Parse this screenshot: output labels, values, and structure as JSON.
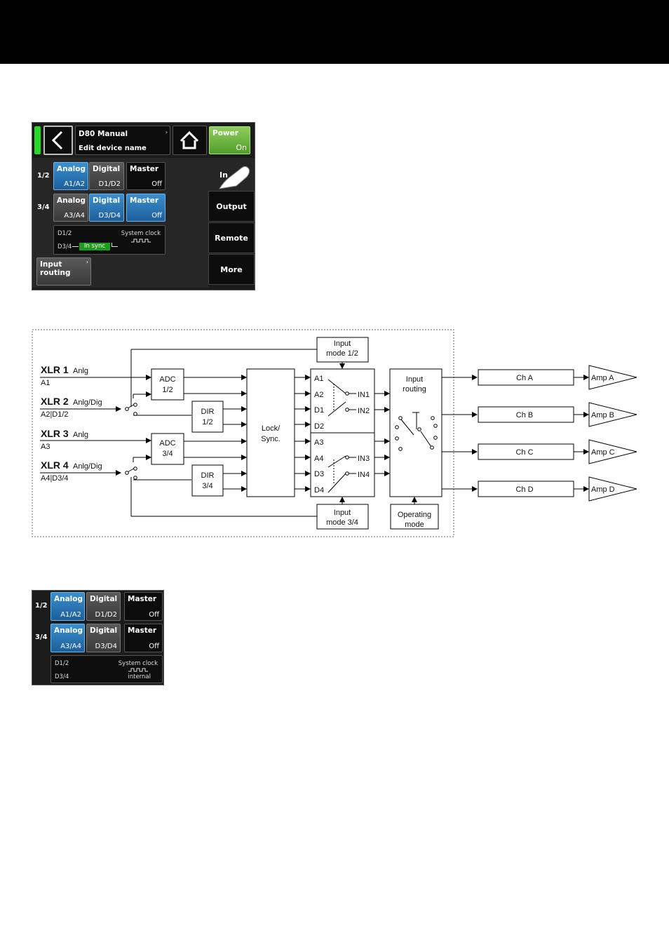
{
  "device1": {
    "title": "D80 Manual",
    "subtitle": "Edit device name",
    "power_label": "Power",
    "power_value": "On",
    "row1_label": "1/2",
    "row2_label": "3/4",
    "r1": {
      "analog_label": "Analog",
      "analog_value": "A1/A2",
      "digital_label": "Digital",
      "digital_value": "D1/D2",
      "master_label": "Master",
      "master_value": "Off"
    },
    "r2": {
      "analog_label": "Analog",
      "analog_value": "A3/A4",
      "digital_label": "Digital",
      "digital_value": "D3/D4",
      "master_label": "Master",
      "master_value": "Off"
    },
    "clock": {
      "d12": "D1/2",
      "d34": "D3/4",
      "sys": "System clock",
      "sync": "In sync"
    },
    "routing_label_1": "Input",
    "routing_label_2": "routing",
    "tab_input": "In",
    "tab_output": "Output",
    "tab_remote": "Remote",
    "tab_more": "More"
  },
  "device2": {
    "row1_label": "1/2",
    "row2_label": "3/4",
    "r1": {
      "analog_label": "Analog",
      "analog_value": "A1/A2",
      "digital_label": "Digital",
      "digital_value": "D1/D2",
      "master_label": "Master",
      "master_value": "Off"
    },
    "r2": {
      "analog_label": "Analog",
      "analog_value": "A3/A4",
      "digital_label": "Digital",
      "digital_value": "D3/D4",
      "master_label": "Master",
      "master_value": "Off"
    },
    "clock": {
      "d12": "D1/2",
      "d34": "D3/4",
      "sys": "System clock",
      "internal": "internal"
    }
  },
  "diagram": {
    "xlr1": "XLR 1",
    "xlr1_type": "Anlg",
    "xlr1_sub": "A1",
    "xlr2": "XLR 2",
    "xlr2_type": "Anlg/Dig",
    "xlr2_sub": "A2|D1/2",
    "xlr3": "XLR 3",
    "xlr3_type": "Anlg",
    "xlr3_sub": "A3",
    "xlr4": "XLR 4",
    "xlr4_type": "Anlg/Dig",
    "xlr4_sub": "A4|D3/4",
    "adc12_a": "ADC",
    "adc12_b": "1/2",
    "adc34_a": "ADC",
    "adc34_b": "3/4",
    "dir12_a": "DIR",
    "dir12_b": "1/2",
    "dir34_a": "DIR",
    "dir34_b": "3/4",
    "lock_a": "Lock/",
    "lock_b": "Sync.",
    "mode12_a": "Input",
    "mode12_b": "mode 1/2",
    "mode34_a": "Input",
    "mode34_b": "mode 3/4",
    "routing_a": "Input",
    "routing_b": "routing",
    "opmode_a": "Operating",
    "opmode_b": "mode",
    "sel_top": [
      "A1",
      "A2",
      "D1",
      "D2"
    ],
    "sel_bot": [
      "A3",
      "A4",
      "D3",
      "D4"
    ],
    "in_labels": [
      "IN1",
      "IN2",
      "IN3",
      "IN4"
    ],
    "channels": [
      "Ch A",
      "Ch B",
      "Ch C",
      "Ch D"
    ],
    "amps": [
      "Amp A",
      "Amp B",
      "Amp C",
      "Amp D"
    ]
  }
}
